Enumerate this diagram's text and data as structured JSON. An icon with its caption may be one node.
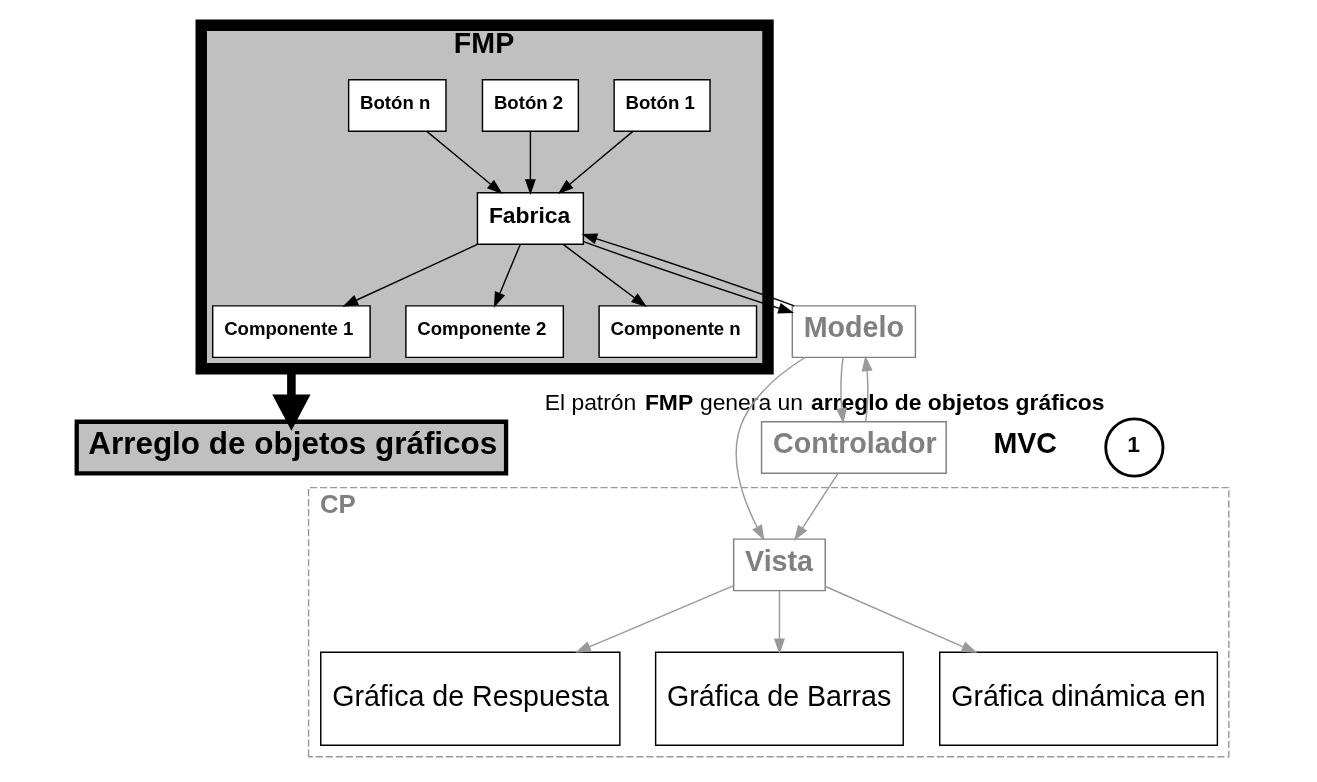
{
  "diagram": {
    "nodes": [
      {
        "text": [
          "FMP"
        ]
      },
      {
        "text": [
          "Componente 1"
        ],
        "in": 0
      },
      {
        "text": [
          "Componente 2"
        ],
        "in": 0
      },
      {
        "text": [
          "Componente n"
        ],
        "in": 0
      },
      {
        "text": [
          "Fabrica"
        ],
        "in": 0
      },
      {
        "text": [
          "Botón 1"
        ],
        "in": 0
      },
      {
        "text": [
          "Botón 2"
        ],
        "in": 0
      },
      {
        "text": [
          "Botón n"
        ],
        "in": 0
      },
      {
        "text": [
          "Arreglo de objetos gráficos"
        ]
      },
      {
        "text": [
          "1"
        ],
        "beside": [
          "El patrón **FMP** genera un **arreglo de objetos gráficos**"
        ]
      },
      {
        "text": [
          "Modelo"
        ]
      },
      {
        "text": [
          "CP"
        ]
      },
      {
        "text": [
          "Vista"
        ],
        "in": 11
      },
      {
        "text": [
          "Controlador"
        ]
      },
      {
        "text": [
          "Gráfica de Respuesta"
        ],
        "in": 11
      },
      {
        "text": [
          "Gráfica de Barras"
        ],
        "in": 11
      },
      {
        "text": [
          "Gráfica dinámica en"
        ],
        "in": 11
      }
    ],
    "edges": [
      {
        "from": 4,
        "to": 1,
        "arrow": "to"
      },
      {
        "from": 4,
        "to": 2,
        "arrow": "to"
      },
      {
        "from": 4,
        "to": 3,
        "arrow": "to"
      },
      {
        "from": 5,
        "to": 4,
        "arrow": "to"
      },
      {
        "from": 6,
        "to": 4,
        "arrow": "to"
      },
      {
        "from": 7,
        "to": 4,
        "arrow": "to"
      },
      {
        "from": 0,
        "to": 8,
        "arrow": "to",
        "style": "thick"
      },
      {
        "from": 4,
        "to": 10,
        "arrow": "to"
      },
      {
        "from": 10,
        "to": 4,
        "arrow": "to"
      },
      {
        "from": 10,
        "to": 12,
        "arrow": "to",
        "color": "#999999"
      },
      {
        "from": 10,
        "to": 13,
        "arrow": "to",
        "color": "#999999"
      },
      {
        "from": 13,
        "to": 10,
        "arrow": "to",
        "color": "#999999"
      },
      {
        "from": 13,
        "to": 12,
        "arrow": "to",
        "color": "#999999"
      },
      {
        "from": 12,
        "to": 14,
        "arrow": "to",
        "color": "#999999"
      },
      {
        "from": 12,
        "to": 15,
        "arrow": "to",
        "color": "#999999"
      },
      {
        "from": 12,
        "to": 16,
        "arrow": "to",
        "color": "#999999"
      }
    ],
    "labels": [
      "MVC"
    ]
  }
}
